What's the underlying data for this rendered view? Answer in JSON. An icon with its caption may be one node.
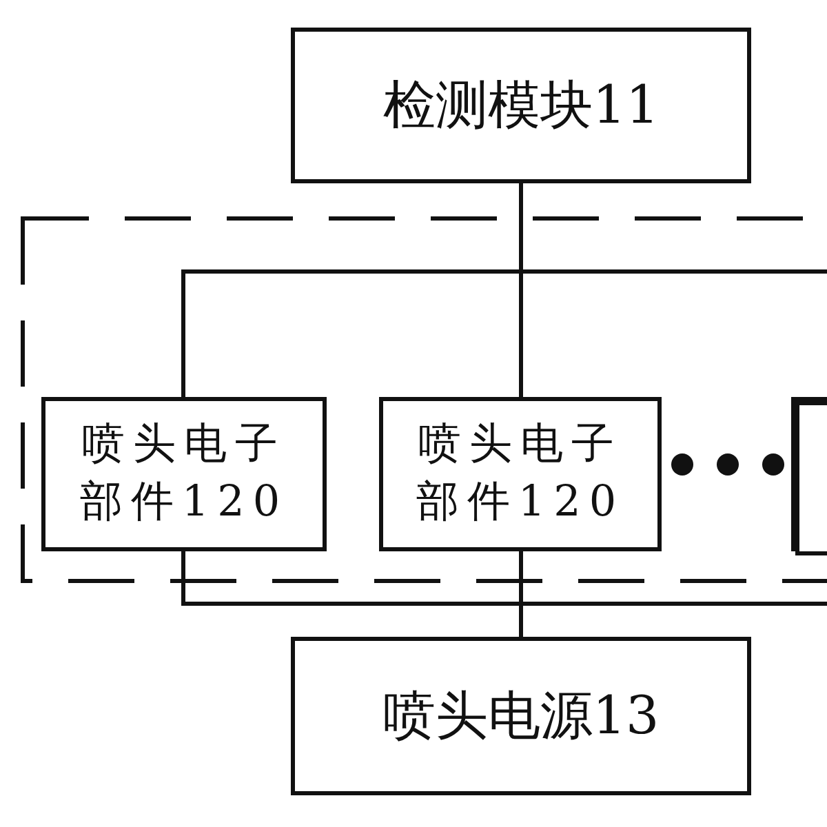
{
  "diagram": {
    "nodes": [
      {
        "text": [
          "检测模块11"
        ]
      },
      {
        "text": [],
        "shape": "box"
      },
      {
        "text": [
          "喷头电子部件120"
        ],
        "in": 1
      },
      {
        "text": [
          "喷头电子部件120"
        ],
        "in": 1
      },
      {
        "text": [],
        "shape": "box",
        "in": 1
      },
      {
        "text": [
          "喷头电源13"
        ]
      }
    ],
    "edges": [
      {
        "from": 0,
        "to": 2,
        "arrow": "none"
      },
      {
        "from": 0,
        "to": 3,
        "arrow": "none"
      },
      {
        "from": 0,
        "to": 4,
        "arrow": "none"
      },
      {
        "from": 2,
        "to": 5,
        "arrow": "none"
      },
      {
        "from": 3,
        "to": 5,
        "arrow": "none"
      },
      {
        "from": 4,
        "to": 5,
        "arrow": "none"
      }
    ]
  }
}
